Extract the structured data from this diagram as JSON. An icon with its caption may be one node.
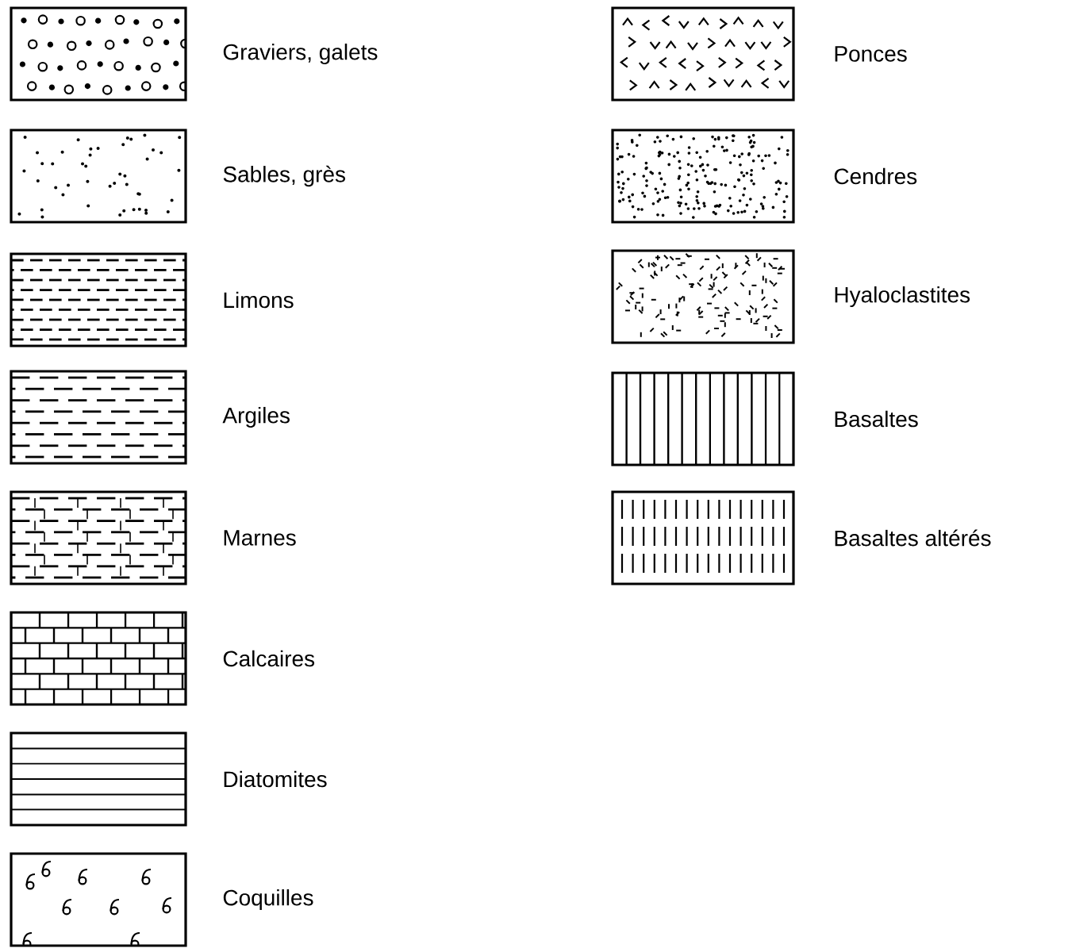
{
  "diagram": {
    "legend": [
      {
        "text": "Graviers, galets"
      },
      {
        "text": "Sables, grès"
      },
      {
        "text": "Limons"
      },
      {
        "text": "Argiles"
      },
      {
        "text": "Marnes"
      },
      {
        "text": "Calcaires"
      },
      {
        "text": "Diatomites"
      },
      {
        "text": "Coquilles"
      },
      {
        "text": "Ponces"
      },
      {
        "text": "Cendres"
      },
      {
        "text": "Hyaloclastites"
      },
      {
        "text": "Basaltes"
      },
      {
        "text": "Basaltes altérés"
      }
    ]
  }
}
